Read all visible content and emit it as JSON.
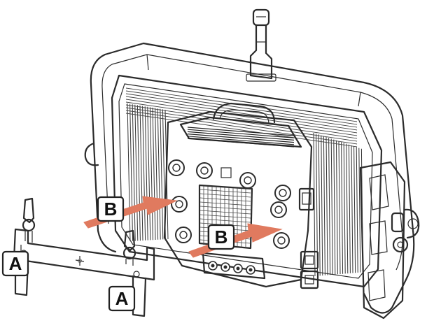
{
  "labels": {
    "a_left": "A",
    "a_right": "A",
    "b_top": "B",
    "b_bottom": "B"
  },
  "colors": {
    "arrow": "#e07a5f",
    "label_box_stroke": "#222222",
    "label_text": "#111111",
    "line": "#2b2b2b"
  }
}
